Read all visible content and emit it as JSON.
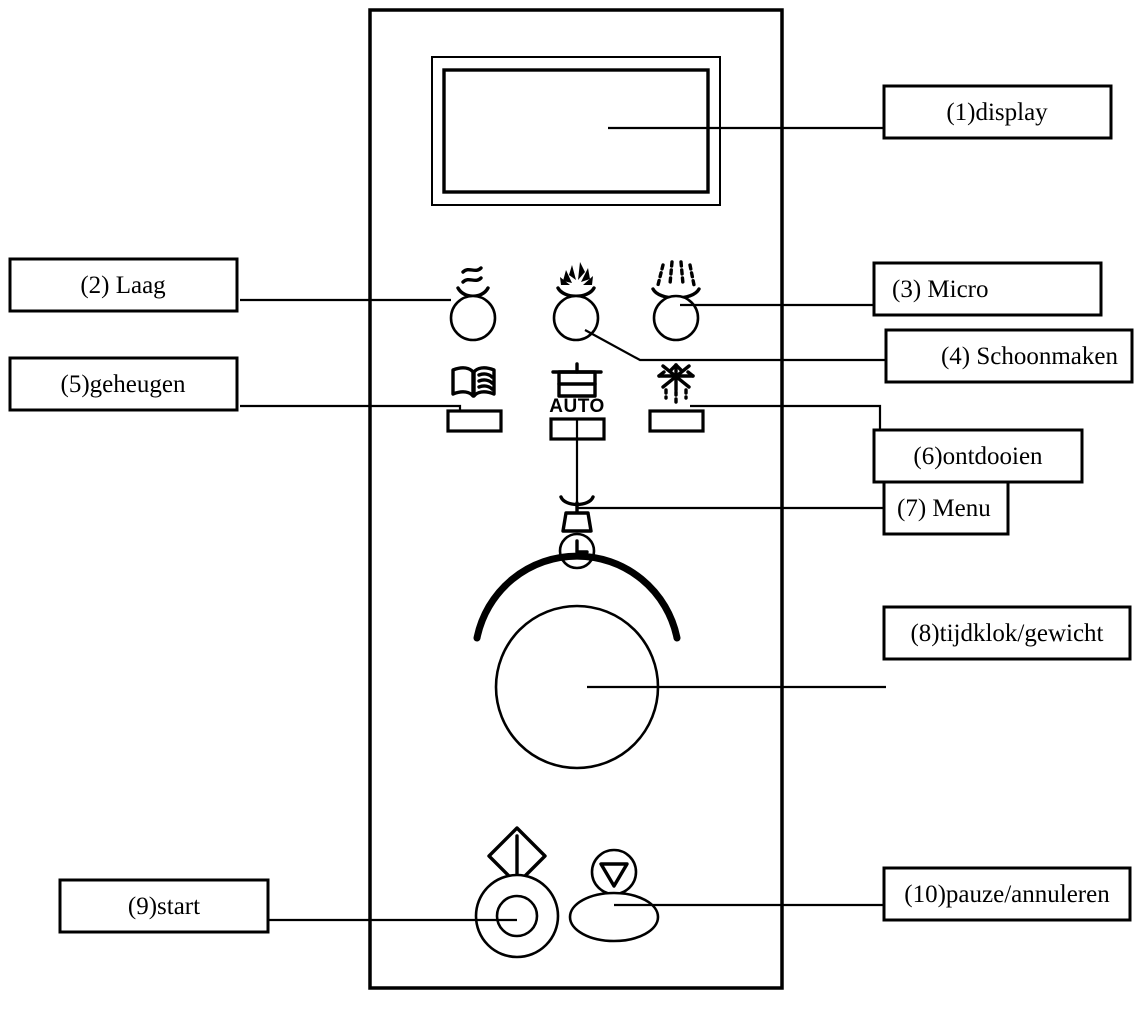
{
  "diagram": {
    "title": "Microwave control panel callout diagram",
    "language": "nl",
    "line_color": "#000000",
    "background_color": "#ffffff",
    "panel": {
      "name": "control-panel-outline"
    },
    "callouts": [
      {
        "id": 1,
        "label": "(1)display",
        "target": "display-screen",
        "side": "right",
        "align": "center"
      },
      {
        "id": 2,
        "label": "(2) Laag",
        "target": "low-power-button",
        "side": "left",
        "align": "center"
      },
      {
        "id": 3,
        "label": "(3) Micro",
        "target": "micro-button",
        "side": "right",
        "align": "left"
      },
      {
        "id": 4,
        "label": "(4) Schoonmaken",
        "target": "clean-button",
        "side": "right",
        "align": "right"
      },
      {
        "id": 5,
        "label": "(5)geheugen",
        "target": "memory-pad",
        "side": "left",
        "align": "center"
      },
      {
        "id": 6,
        "label": "(6)ontdooien",
        "target": "defrost-pad",
        "side": "right",
        "align": "center"
      },
      {
        "id": 7,
        "label": "(7) Menu",
        "target": "menu-control",
        "side": "right",
        "align": "left"
      },
      {
        "id": 8,
        "label": "(8)tijdklok/gewicht",
        "target": "time-weight-dial",
        "side": "right",
        "align": "center"
      },
      {
        "id": 9,
        "label": "(9)start",
        "target": "start-button",
        "side": "left",
        "align": "center"
      },
      {
        "id": 10,
        "label": "(10)pauze/annuleren",
        "target": "pause-cancel-button",
        "side": "right",
        "align": "center"
      }
    ],
    "controls": {
      "display": {
        "name": "display-screen"
      },
      "row_one": [
        {
          "icon": "steam-waves-icon",
          "callout": 2
        },
        {
          "icon": "burst-icon",
          "callout": 3
        },
        {
          "icon": "spray-clean-icon",
          "callout": 4
        }
      ],
      "row_two": [
        {
          "icon": "open-book-icon",
          "callout": 5
        },
        {
          "icon": "pot-auto-icon",
          "caption": "AUTO",
          "callout": 7
        },
        {
          "icon": "snowflake-defrost-icon",
          "callout": 6
        }
      ],
      "menu": {
        "icon": "menu-scale-icon"
      },
      "dial": {
        "icon": "clock-icon",
        "name": "time-weight-dial"
      },
      "start": {
        "icon": "start-diamond-icon"
      },
      "pause": {
        "icon": "stop-triangle-icon"
      }
    }
  }
}
